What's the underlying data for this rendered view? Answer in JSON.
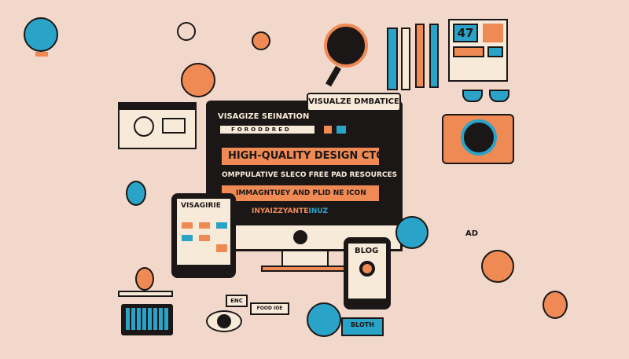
{
  "colors": {
    "background": "#f1d8cb",
    "ink": "#1b1717",
    "orange": "#ef8a55",
    "blue": "#2aa3c8",
    "cream": "#f7ead8"
  },
  "monitor": {
    "speech_bubble": "VISUALZE DMBATICE",
    "heading": "VISAGIZE SEINATION",
    "search_bar": "FORODDRED",
    "banner_title": "HIGH-QUALITY DESIGN CTO",
    "subtitle": "OMPPULATIVE SLECO FREE PAD  RESOURCES",
    "banner_two": "IMMAGNTUEY AND PLID NE ICON",
    "tagline_a": "INYAIZZYANTE",
    "tagline_b": "INUZ"
  },
  "tablet": {
    "title": "VISAGIRIE"
  },
  "phone": {
    "title": "BLOG"
  },
  "bubbles": {
    "enc": "ENC",
    "food": "FOOD IOE"
  },
  "ruler_label": "BLOTH",
  "card_number": "47",
  "ad_label": "AD"
}
